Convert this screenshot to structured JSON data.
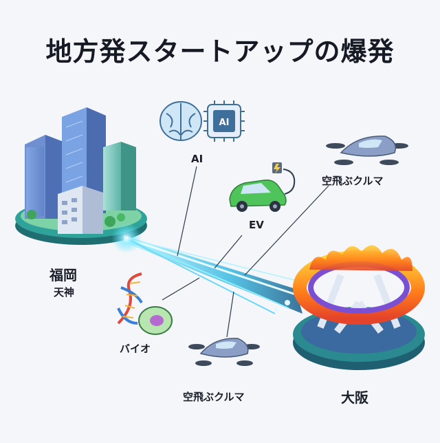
{
  "title": "地方発スタートアップの爆発",
  "nodes": {
    "fukuoka": "福岡",
    "tenjin": "天神",
    "osaka": "大阪",
    "ai": "AI",
    "ai_chip_text": "AI",
    "ev": "EV",
    "flying_car_top": "空飛ぶクルマ",
    "flying_car_bottom": "空飛ぶクルマ",
    "bio": "バイオ"
  },
  "colors": {
    "beam": "#5fe3ff",
    "beam_core": "#e8fbff",
    "platform": "#2a8a8f",
    "building": "#6d93d8",
    "ring_fire": "#ff7a1a",
    "ring_purple": "#7b4fd1",
    "car_green": "#4fc45a",
    "flying_car": "#7a8fb8",
    "dna_red": "#e04a3c",
    "dna_blue": "#3a7fd6"
  },
  "icons": [
    "city-buildings-icon",
    "brain-icon",
    "ai-chip-icon",
    "ev-car-icon",
    "charging-plug-icon",
    "flying-car-icon",
    "dna-icon",
    "cell-icon",
    "fire-ring-stadium-icon"
  ]
}
